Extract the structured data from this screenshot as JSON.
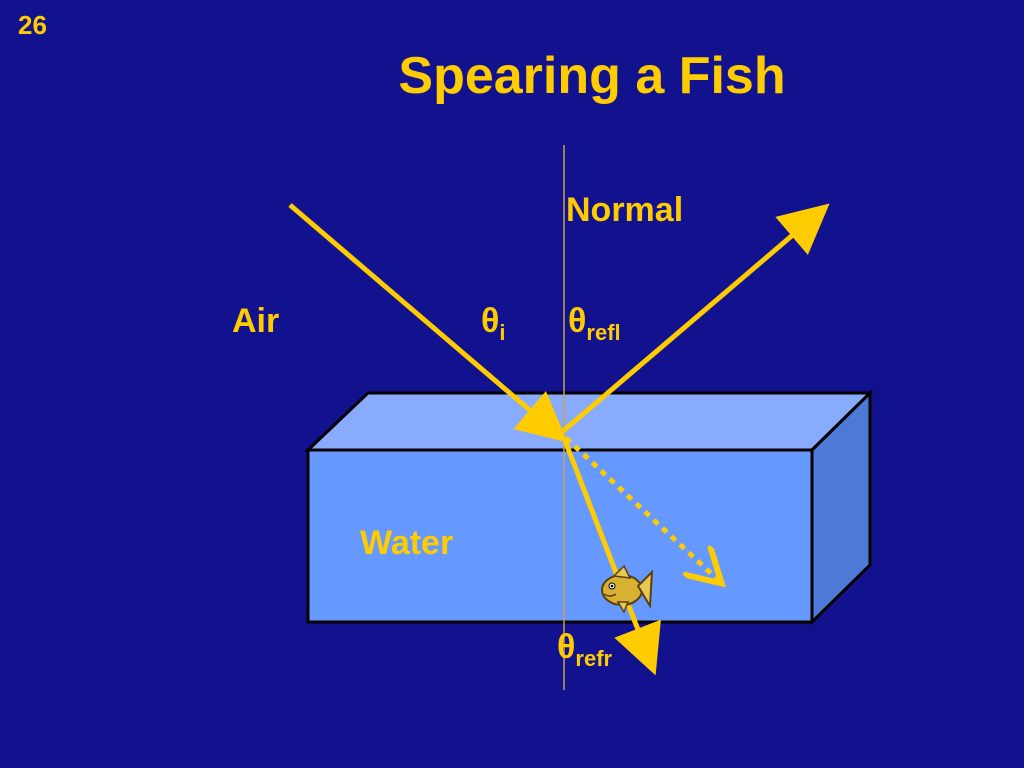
{
  "slide": {
    "number": "26",
    "title": "Spearing a Fish"
  },
  "labels": {
    "normal": "Normal",
    "air": "Air",
    "water": "Water",
    "theta_symbol": "θ",
    "sub_incident": "i",
    "sub_reflected": "refl",
    "sub_refracted": "refr"
  },
  "colors": {
    "background": "#12128f",
    "text": "#ffcc00",
    "ray": "#ffcc00",
    "normal_line": "#c8a050",
    "water_front": "#6699ff",
    "water_top": "#88aaff",
    "water_side": "#4d7ad6"
  },
  "icons": [
    "fish-icon"
  ]
}
